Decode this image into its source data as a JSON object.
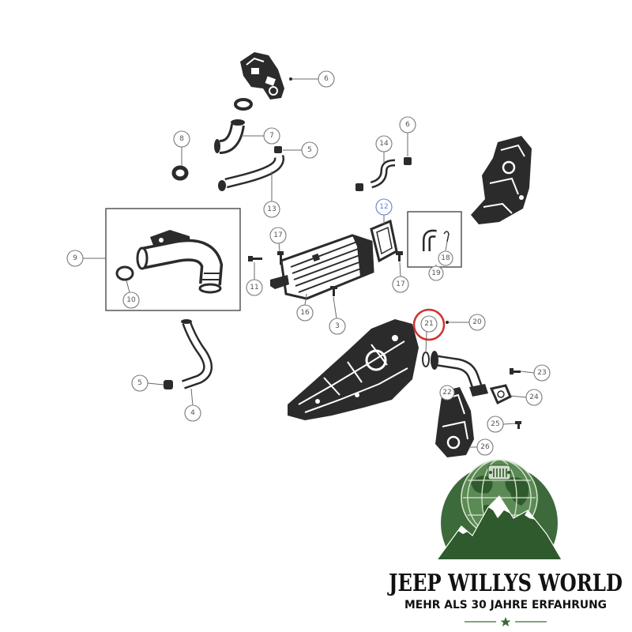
{
  "callouts": [
    "6",
    "8",
    "7",
    "5",
    "6",
    "14",
    "12",
    "13",
    "9",
    "10",
    "17",
    "11",
    "16",
    "18",
    "19",
    "17",
    "3",
    "21",
    "20",
    "5",
    "4",
    "23",
    "24",
    "22",
    "25",
    "26"
  ],
  "brand": {
    "name": "JEEP WILLYS WORLD",
    "tagline": "MEHR ALS 30 JAHRE ERFAHRUNG"
  },
  "colors": {
    "ink": "#2b2b2b",
    "highlight_red": "#d0312d",
    "callout_blue": "#6a7fd0",
    "logo_green": "#3d6a3b"
  }
}
